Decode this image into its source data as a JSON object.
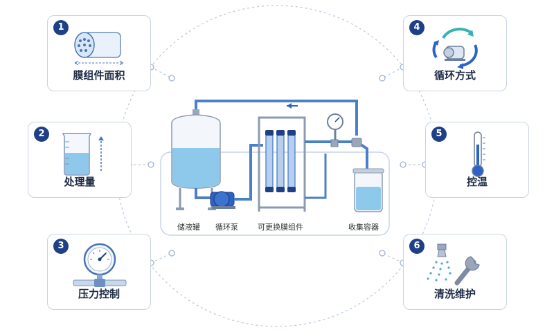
{
  "colors": {
    "accent": "#1f3f86",
    "card_border": "#c7d3e6",
    "pipe": "#4a80c8",
    "water": "#8ec8ea",
    "dotted": "#b5c6de"
  },
  "cards": [
    {
      "number": "1",
      "title": "膜组件面积",
      "icon": "membrane-cylinder-icon"
    },
    {
      "number": "2",
      "title": "处理量",
      "icon": "beaker-icon"
    },
    {
      "number": "3",
      "title": "压力控制",
      "icon": "pressure-gauge-icon"
    },
    {
      "number": "4",
      "title": "循环方式",
      "icon": "circulation-pump-icon"
    },
    {
      "number": "5",
      "title": "控温",
      "icon": "thermometer-icon"
    },
    {
      "number": "6",
      "title": "清洗维护",
      "icon": "spray-wrench-icon"
    }
  ],
  "system": {
    "labels": {
      "tank": "储液罐",
      "pump": "循环泵",
      "module": "可更换膜组件",
      "container": "收集容器"
    }
  }
}
